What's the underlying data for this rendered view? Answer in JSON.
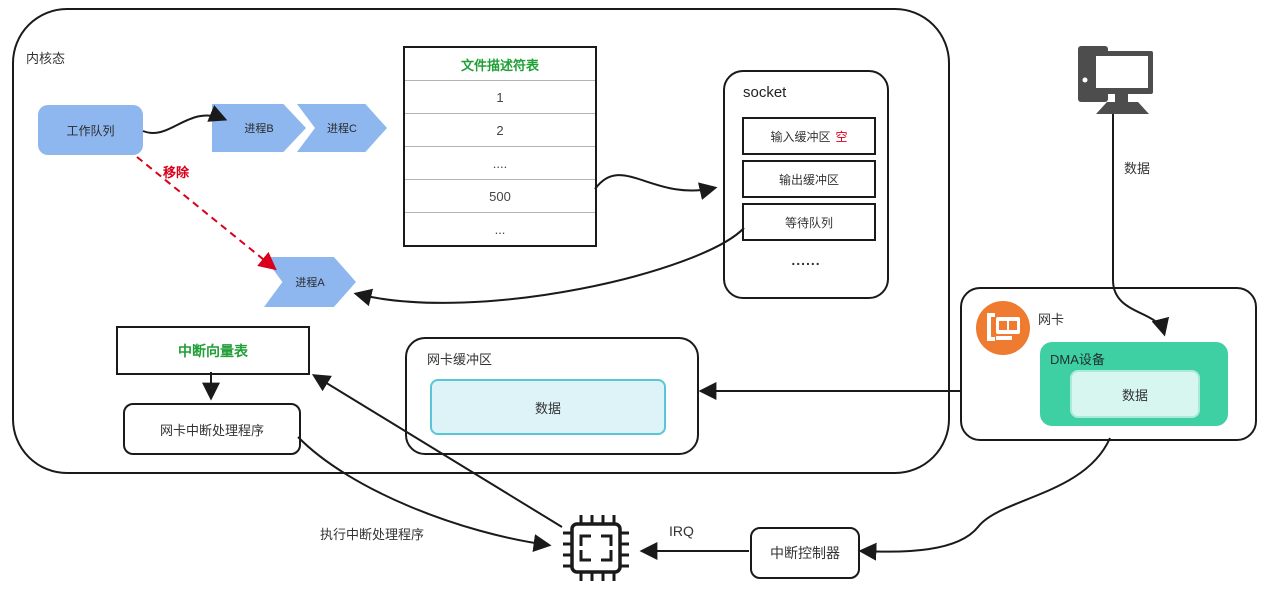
{
  "diagram": {
    "kernel_label": "内核态",
    "work_queue_label": "工作队列",
    "process_b_label": "进程B",
    "process_c_label": "进程C",
    "process_a_label": "进程A",
    "remove_label": "移除",
    "fd_table": {
      "title": "文件描述符表",
      "rows": [
        "1",
        "2",
        "....",
        "500",
        "..."
      ]
    },
    "socket": {
      "title": "socket",
      "input_buffer_label": "输入缓冲区",
      "input_buffer_status": "空",
      "output_buffer_label": "输出缓冲区",
      "wait_queue_label": "等待队列",
      "ellipsis": "......"
    },
    "interrupt_vector_table_label": "中断向量表",
    "nic_interrupt_handler_label": "网卡中断处理程序",
    "nic_buffer": {
      "title": "网卡缓冲区",
      "data_label": "数据"
    },
    "nic": {
      "title": "网卡",
      "dma_label": "DMA设备",
      "data_label": "数据"
    },
    "computer_data_label": "数据",
    "irq_label": "IRQ",
    "interrupt_controller_label": "中断控制器",
    "execute_handler_label": "执行中断处理程序",
    "colors": {
      "process_blue": "#8db7ee",
      "table_title_green": "#21a038",
      "alert_red": "#d9001b",
      "dma_green": "#3ecfa3",
      "data_fill_cyan": "#def3f8",
      "data_border_cyan": "#59c6d8",
      "nic_icon_orange": "#ee7b2f",
      "line_black": "#1a1a1a",
      "device_gray": "#4d4d4d"
    }
  }
}
